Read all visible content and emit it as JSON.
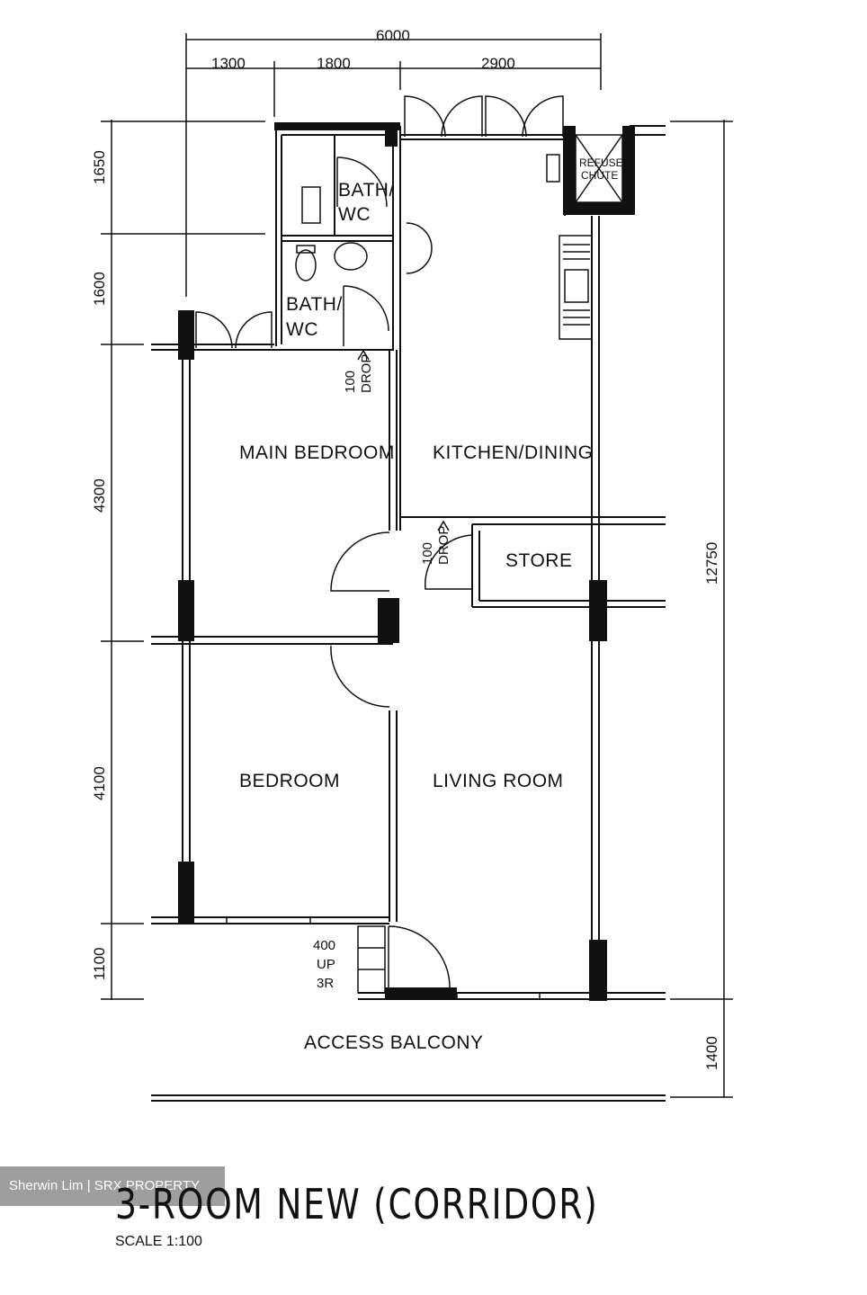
{
  "dimensions": {
    "top_total": "6000",
    "top_segments": [
      "1300",
      "1800",
      "2900"
    ],
    "left": [
      "1650",
      "1600",
      "4300",
      "4100",
      "1100"
    ],
    "right_total": "12750",
    "right_balcony": "1400"
  },
  "rooms": {
    "bath1_line1": "BATH/",
    "bath1_line2": "WC",
    "bath2_line1": "BATH/",
    "bath2_line2": "WC",
    "main_bedroom": "MAIN BEDROOM",
    "kitchen_dining": "KITCHEN/DINING",
    "store": "STORE",
    "bedroom": "BEDROOM",
    "living_room": "LIVING ROOM",
    "access_balcony": "ACCESS BALCONY",
    "refuse_chute_line1": "REFUSE",
    "refuse_chute_line2": "CHUTE"
  },
  "notes": {
    "drop1_value": "100",
    "drop1_label": "DROP",
    "drop2_value": "100",
    "drop2_label": "DROP",
    "step_line1": "400",
    "step_line2": "UP",
    "step_line3": "3R"
  },
  "footer": {
    "title": "3-ROOM NEW (CORRIDOR)",
    "scale": "SCALE   1:100",
    "watermark": "Sherwin Lim | SRX PROPERTY"
  }
}
